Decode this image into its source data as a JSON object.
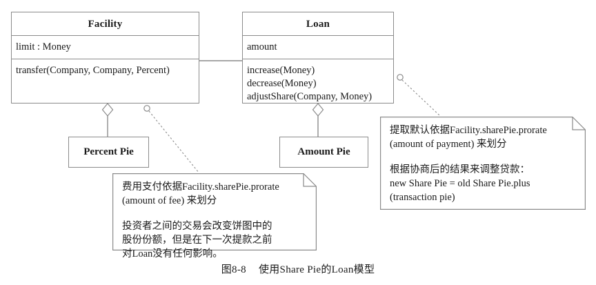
{
  "figure": {
    "caption_number": "图8-8",
    "caption_text": "使用Share Pie的Loan模型"
  },
  "colors": {
    "stroke": "#8a8a8a",
    "text": "#1a1a1a",
    "background": "#ffffff"
  },
  "classes": [
    {
      "id": "facility",
      "name": "Facility",
      "attributes": [
        "limit : Money"
      ],
      "operations": [
        "transfer(Company, Company, Percent)"
      ]
    },
    {
      "id": "loan",
      "name": "Loan",
      "attributes": [
        "amount"
      ],
      "operations": [
        "increase(Money)",
        "decrease(Money)",
        "adjustShare(Company, Money)"
      ]
    }
  ],
  "parts": [
    {
      "id": "percent-pie",
      "name": "Percent Pie"
    },
    {
      "id": "amount-pie",
      "name": "Amount Pie"
    }
  ],
  "notes": {
    "left": {
      "paragraph1": [
        "费用支付依据Facility.sharePie.prorate",
        "(amount of fee) 来划分"
      ],
      "paragraph2": [
        "投资者之间的交易会改变饼图中的",
        "股份份额，但是在下一次提款之前",
        "对Loan没有任何影响。"
      ]
    },
    "right": {
      "paragraph1": [
        "提取默认依据Facility.sharePie.prorate",
        "(amount of payment) 来划分"
      ],
      "paragraph2": [
        "根据协商后的结果来调整贷款：",
        "new Share Pie = old Share Pie.plus",
        "(transaction pie)"
      ]
    }
  },
  "connectors": [
    {
      "id": "facility-loan-association",
      "kind": "association"
    },
    {
      "id": "facility-percentpie-aggregation",
      "kind": "aggregation"
    },
    {
      "id": "loan-amountpie-aggregation",
      "kind": "aggregation"
    },
    {
      "id": "left-note-anchor",
      "kind": "note-anchor"
    },
    {
      "id": "right-note-anchor",
      "kind": "note-anchor"
    }
  ]
}
